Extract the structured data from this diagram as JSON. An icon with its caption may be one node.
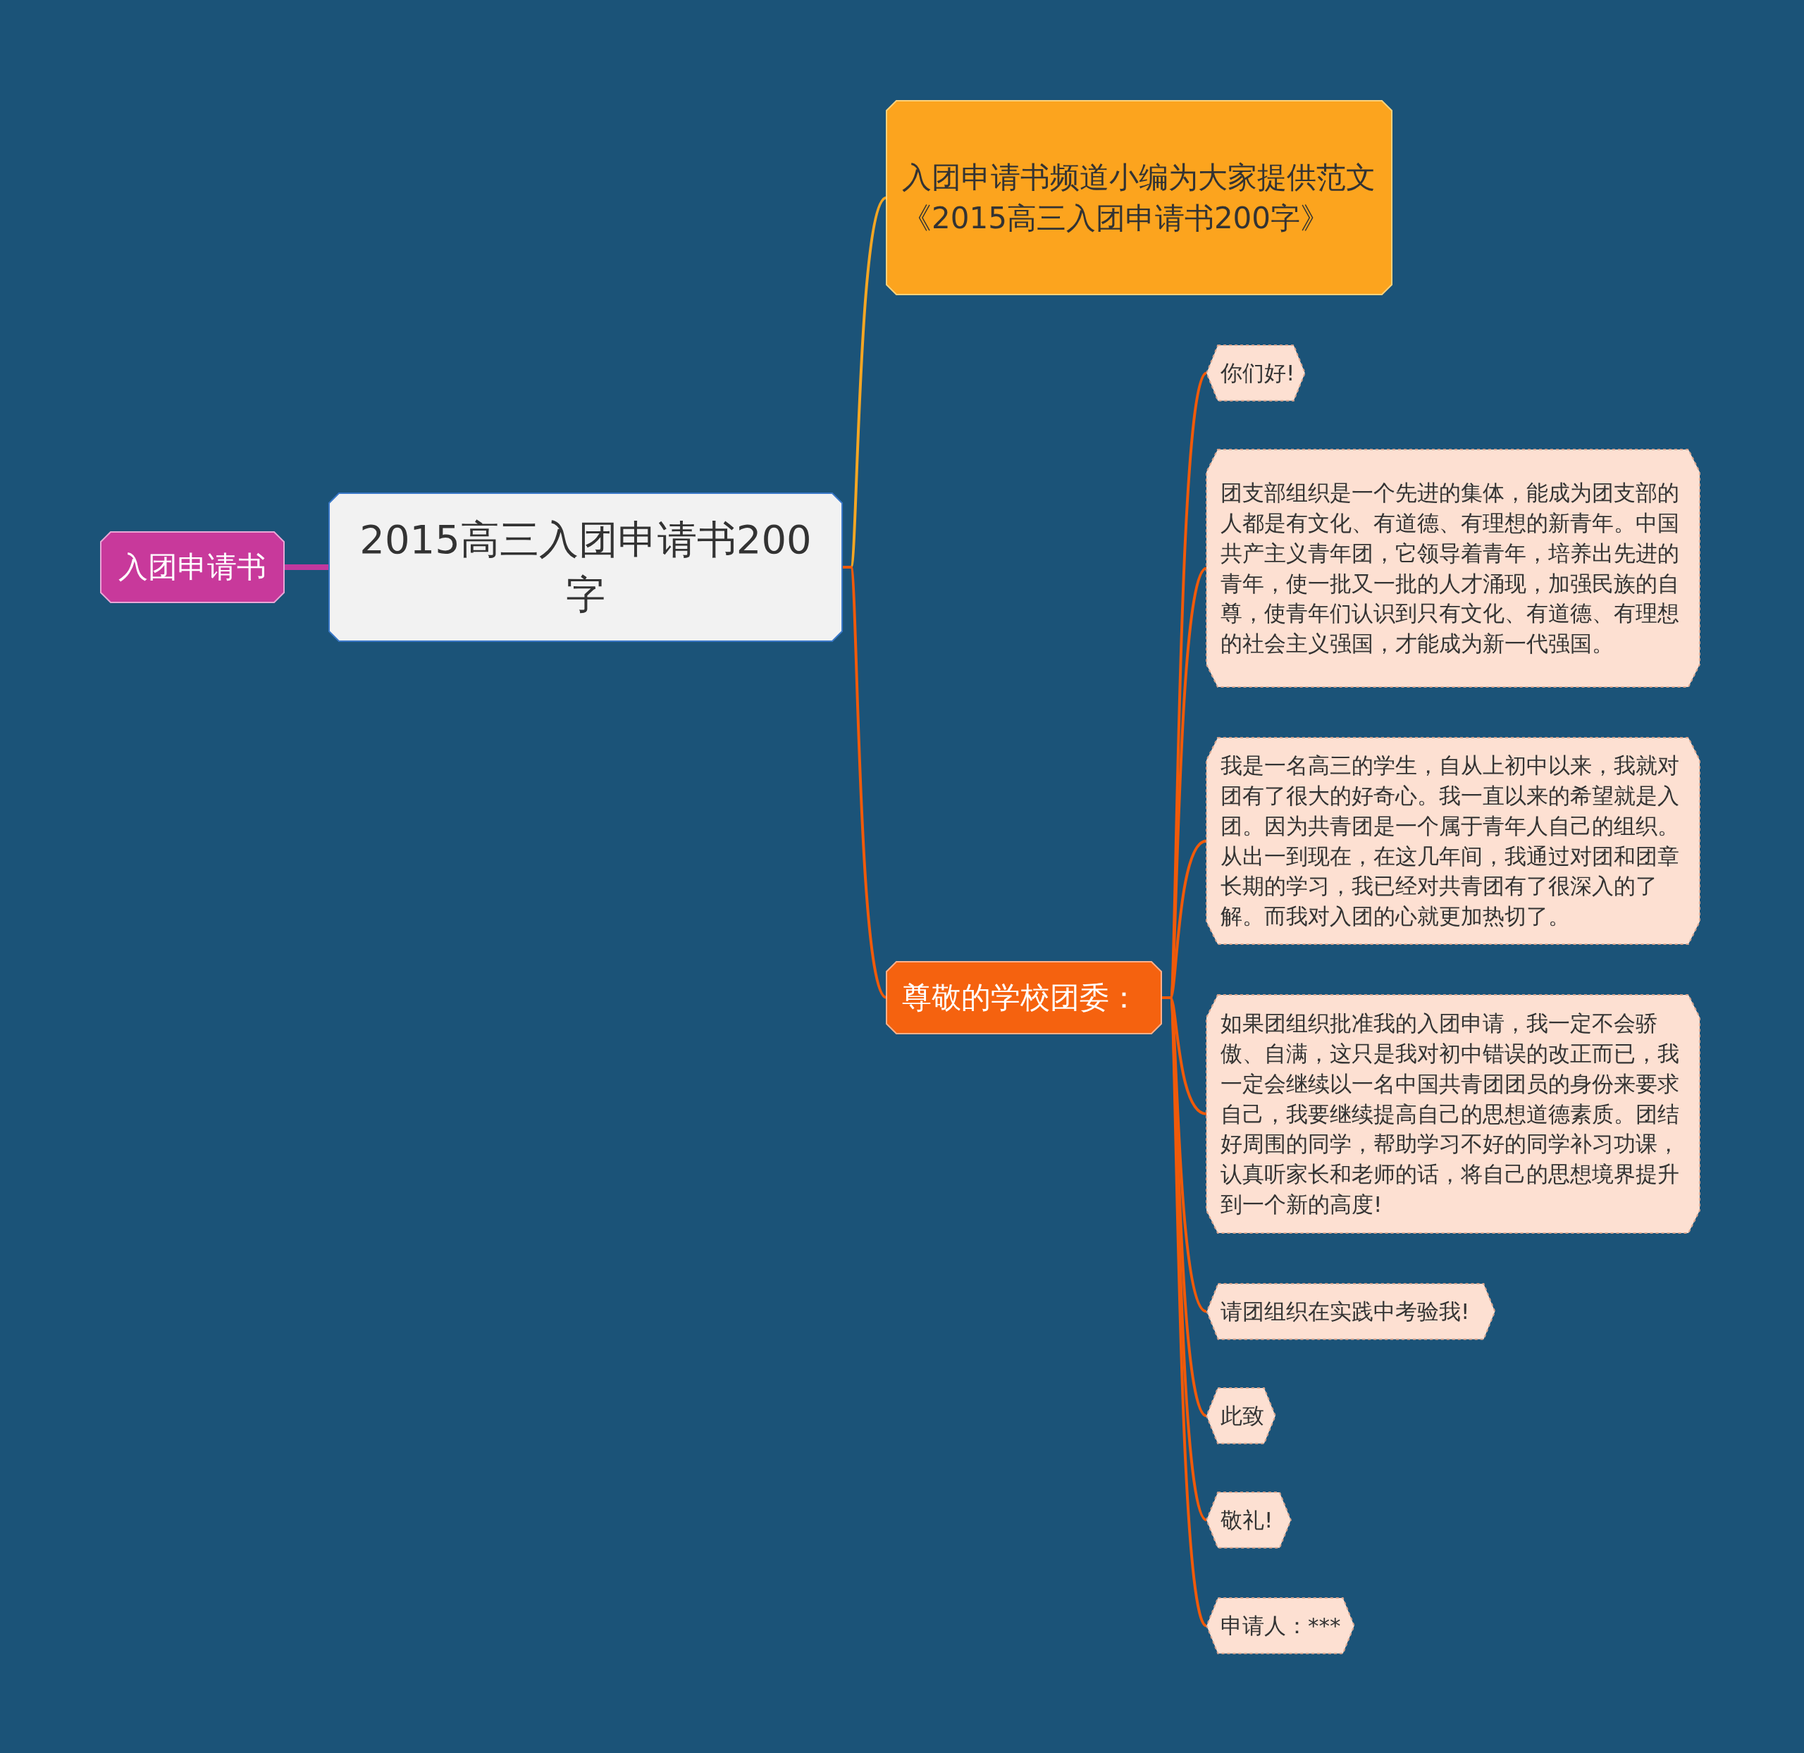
{
  "diagram": {
    "nodes": [
      {
        "text": [
          "2015高三入团申请书200字"
        ]
      },
      {
        "text": [
          "入团申请书"
        ]
      },
      {
        "text": [
          "入团申请书频道小编为大家提供范文《2015高三入团申请书200字》"
        ]
      },
      {
        "text": [
          "尊敬的学校团委："
        ]
      },
      {
        "text": [
          "你们好!"
        ]
      },
      {
        "text": [
          "团支部组织是一个先进的集体，能成为团支部的人都是有文化、有道德、有理想的新青年。中国共产主义青年团，它领导着青年，培养出先进的青年，使一批又一批的人才涌现，加强民族的自尊，使青年们认识到只有文化、有道德、有理想的社会主义强国，才能成为新一代强国。"
        ]
      },
      {
        "text": [
          "我是一名高三的学生，自从上初中以来，我就对团有了很大的好奇心。我一直以来的希望就是入团。因为共青团是一个属于青年人自己的组织。从出一到现在，在这几年间，我通过对团和团章长期的学习，我已经对共青团有了很深入的了解。而我对入团的心就更加热切了。"
        ]
      },
      {
        "text": [
          "如果团组织批准我的入团申请，我一定不会骄傲、自满，这只是我对初中错误的改正而已，我一定会继续以一名中国共青团团员的身份来要求自己，我要继续提高自己的思想道德素质。团结好周围的同学，帮助学习不好的同学补习功课，认真听家长和老师的话，将自己的思想境界提升到一个新的高度!"
        ]
      },
      {
        "text": [
          "请团组织在实践中考验我!"
        ]
      },
      {
        "text": [
          "此致"
        ]
      },
      {
        "text": [
          "敬礼!"
        ]
      },
      {
        "text": [
          "申请人：***"
        ]
      }
    ],
    "edges": [
      {
        "from": 0,
        "to": 1,
        "arrow": "none",
        "color": "#c2389e",
        "style": "thick"
      },
      {
        "from": 0,
        "to": 2,
        "arrow": "none",
        "color": "#f5a623"
      },
      {
        "from": 0,
        "to": 3,
        "arrow": "none"
      },
      {
        "from": 3,
        "to": 4,
        "arrow": "none"
      },
      {
        "from": 3,
        "to": 5,
        "arrow": "none"
      },
      {
        "from": 3,
        "to": 6,
        "arrow": "none"
      },
      {
        "from": 3,
        "to": 7,
        "arrow": "none"
      },
      {
        "from": 3,
        "to": 8,
        "arrow": "none"
      },
      {
        "from": 3,
        "to": 9,
        "arrow": "none"
      },
      {
        "from": 3,
        "to": 10,
        "arrow": "none"
      },
      {
        "from": 3,
        "to": 11,
        "arrow": "none"
      }
    ]
  }
}
